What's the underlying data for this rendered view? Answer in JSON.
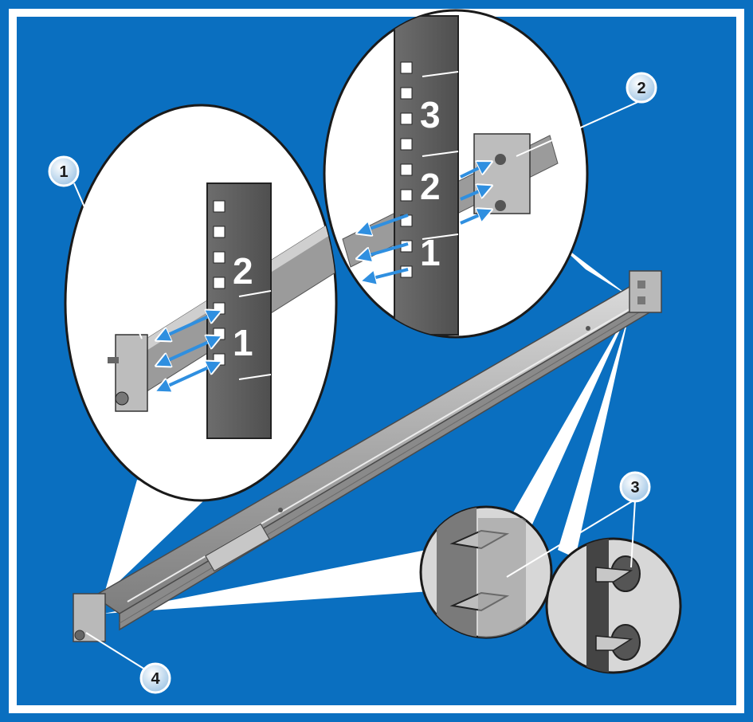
{
  "colors": {
    "background_blue": "#0a6fc0",
    "frame_blue": "#0a6fc0",
    "inner_border": "#ffffff",
    "rail_gray": "#9a9a9a",
    "rack_post": "#5a5a5a",
    "arrow_blue": "#2f8fe0",
    "callout_fill": "#cfe4f5"
  },
  "callouts": [
    {
      "id": "1",
      "label": "1"
    },
    {
      "id": "2",
      "label": "2"
    },
    {
      "id": "3",
      "label": "3"
    },
    {
      "id": "4",
      "label": "4"
    }
  ],
  "detail_left": {
    "rack_unit_labels": [
      "2",
      "1"
    ]
  },
  "detail_right": {
    "rack_unit_labels": [
      "3",
      "2",
      "1"
    ]
  },
  "icons": [
    "rail-kit-illustration",
    "square-hole-detail",
    "round-hole-detail"
  ]
}
